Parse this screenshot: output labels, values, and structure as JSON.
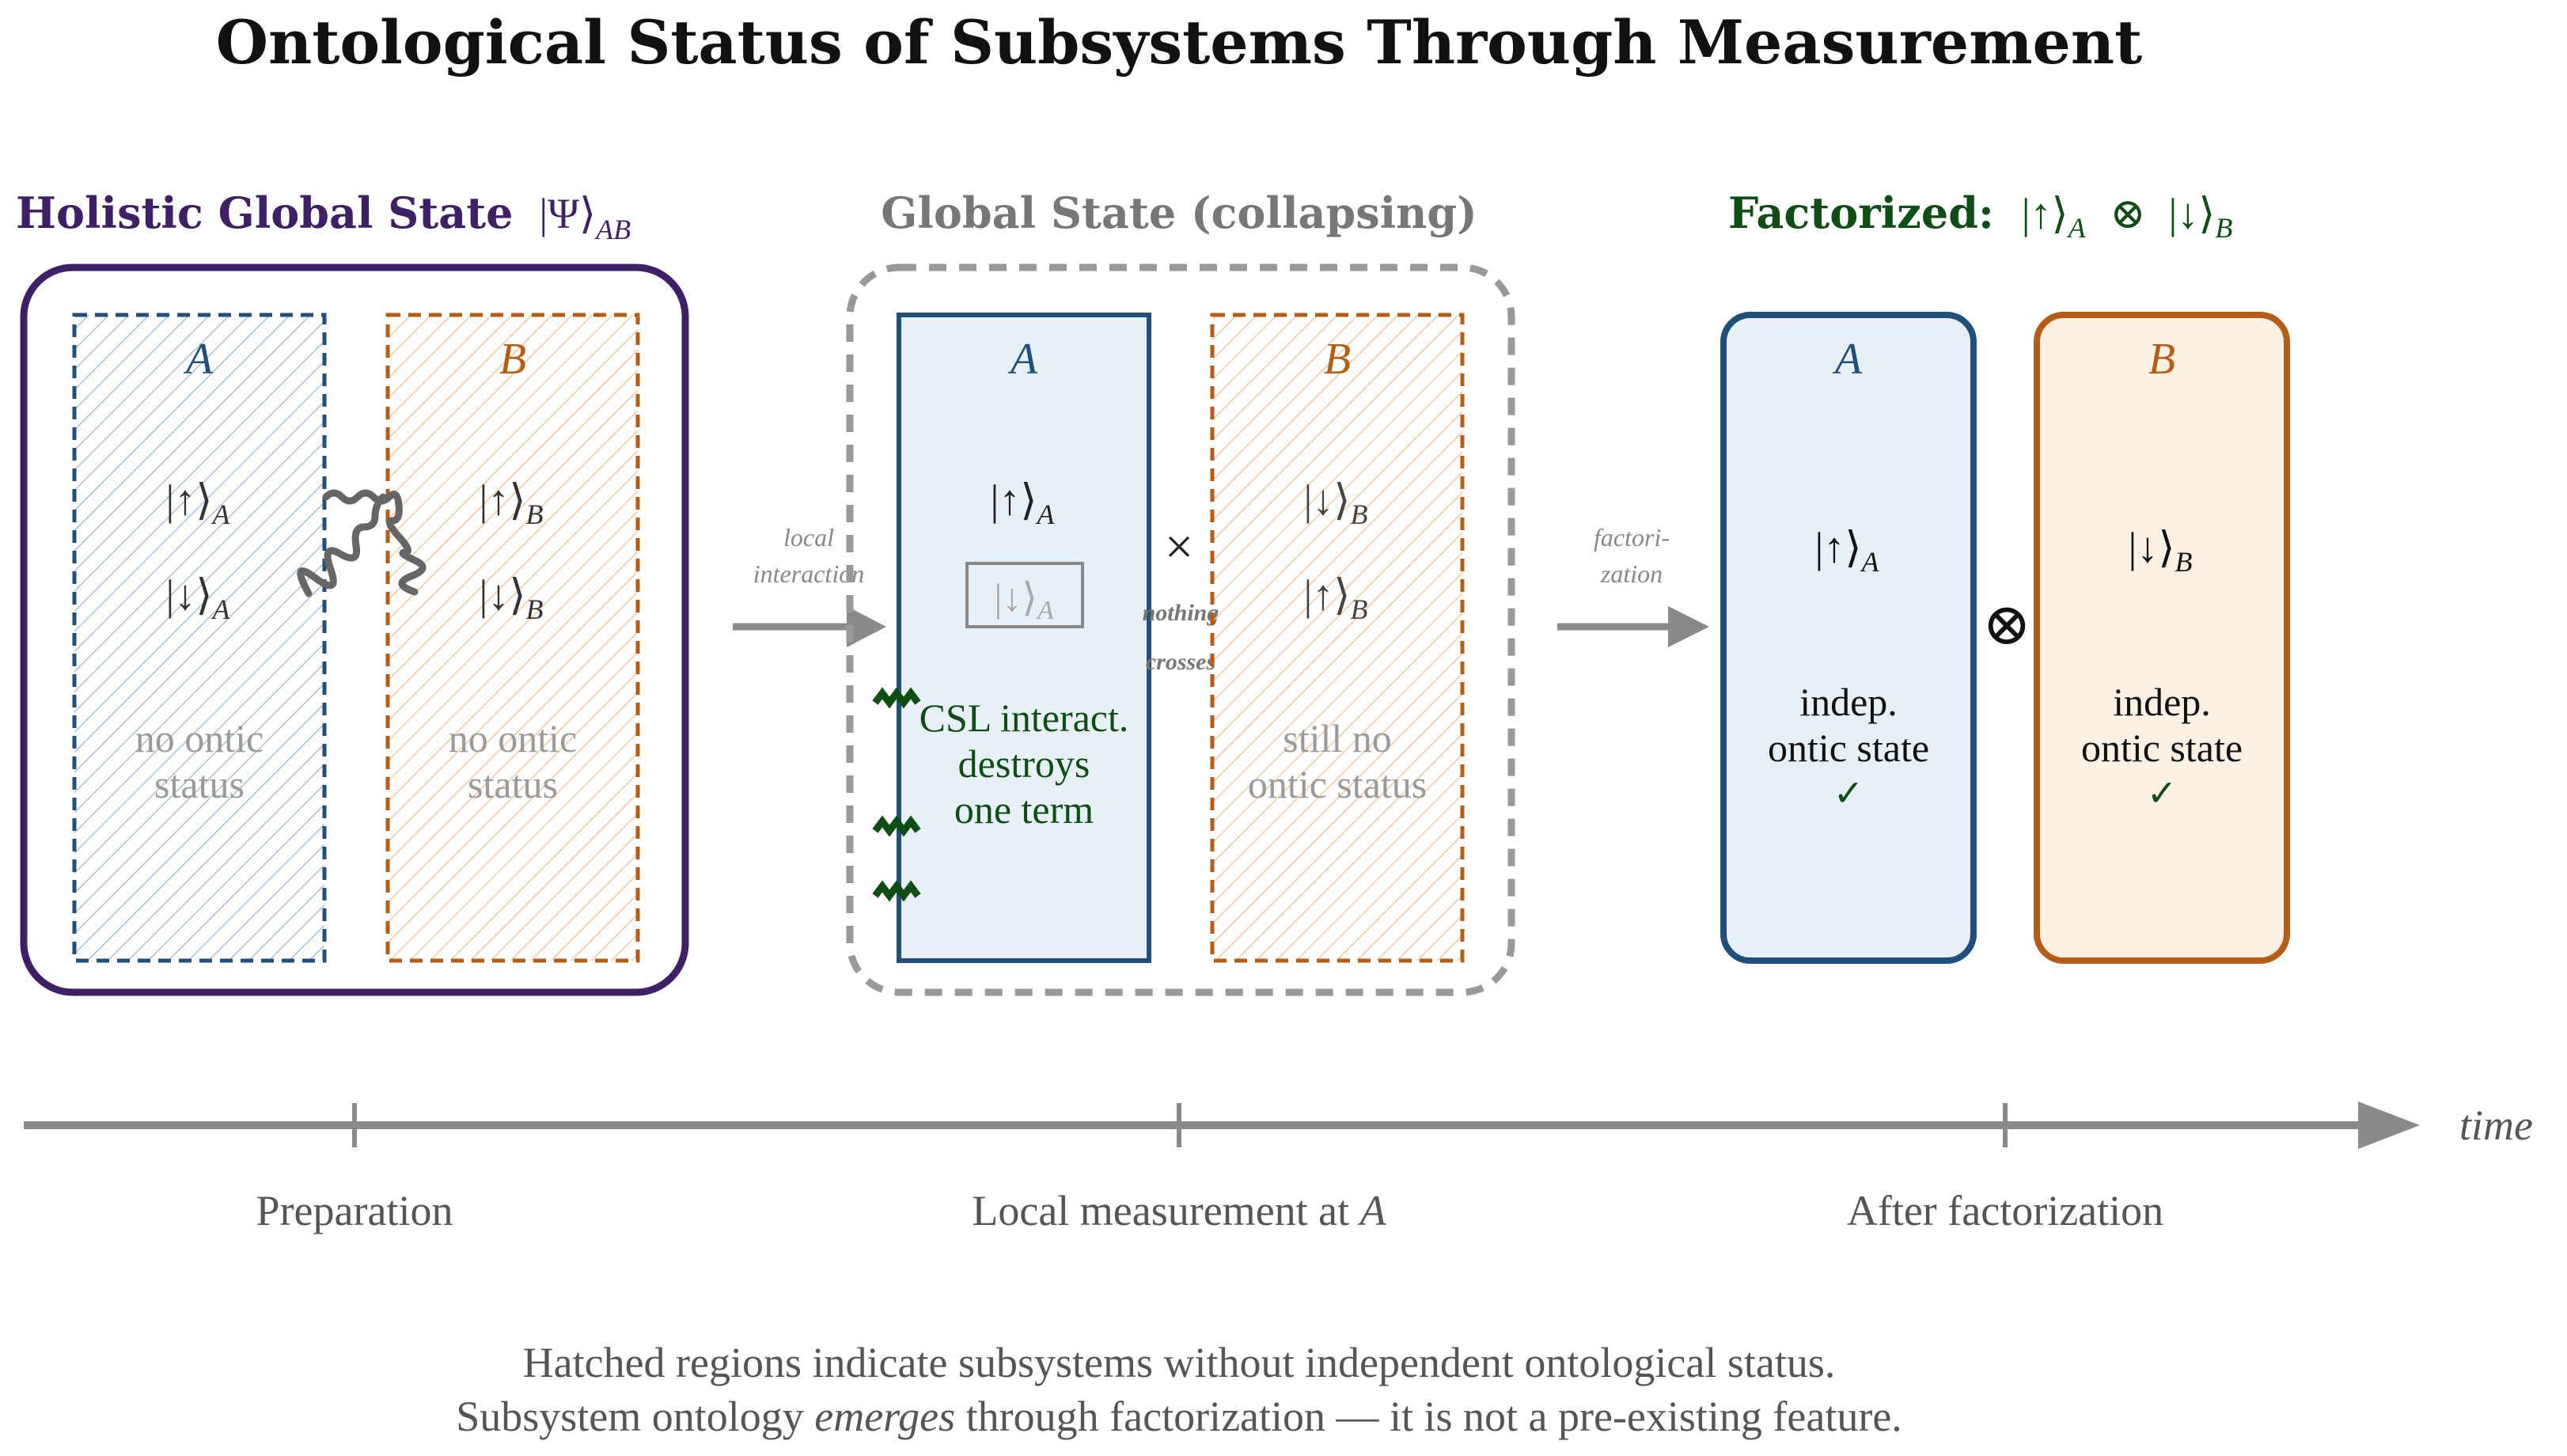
{
  "title": "Ontological Status of Subsystems Through Measurement",
  "colors": {
    "purple": "#3f1f66",
    "blue": "#1f4f7a",
    "blue_fill": "#e8f0f7",
    "orange": "#b55d17",
    "orange_fill": "#fdf1e3",
    "gray": "#8a8a8a",
    "dark_gray": "#555555",
    "green": "#0e4d14",
    "text": "#111111"
  },
  "panel1": {
    "heading_label": "Holistic Global State",
    "heading_state": "|Ψ⟩",
    "heading_sub": "AB",
    "a_label": "A",
    "b_label": "B",
    "a_up": "|↑⟩",
    "a_up_sub": "A",
    "a_down": "|↓⟩",
    "a_down_sub": "A",
    "b_up": "|↑⟩",
    "b_up_sub": "B",
    "b_down": "|↓⟩",
    "b_down_sub": "B",
    "a_status_1": "no ontic",
    "a_status_2": "status",
    "b_status_1": "no ontic",
    "b_status_2": "status"
  },
  "arrow1": {
    "line1": "local",
    "line2": "interaction"
  },
  "panel2": {
    "heading": "Global State (collapsing)",
    "a_label": "A",
    "b_label": "B",
    "a_up": "|↑⟩",
    "a_up_sub": "A",
    "a_down": "|↓⟩",
    "a_down_sub": "A",
    "csl_1": "CSL interact.",
    "csl_2": "destroys",
    "csl_3": "one term",
    "cross": "×",
    "nothing_1": "nothing",
    "nothing_2": "crosses",
    "b_down": "|↓⟩",
    "b_down_sub": "B",
    "b_up": "|↑⟩",
    "b_up_sub": "B",
    "b_status_1": "still no",
    "b_status_2": "ontic status"
  },
  "arrow2": {
    "line1": "factori-",
    "line2": "zation"
  },
  "panel3": {
    "heading_label": "Factorized:",
    "heading_state_a": "|↑⟩",
    "heading_sub_a": "A",
    "heading_otimes": "⊗",
    "heading_state_b": "|↓⟩",
    "heading_sub_b": "B",
    "a_label": "A",
    "b_label": "B",
    "a_state": "|↑⟩",
    "a_state_sub": "A",
    "b_state": "|↓⟩",
    "b_state_sub": "B",
    "otimes": "⊗",
    "a_text_1": "indep.",
    "a_text_2": "ontic state",
    "b_text_1": "indep.",
    "b_text_2": "ontic state",
    "check": "✓"
  },
  "timeline": {
    "axis_label": "time",
    "tick_1": "Preparation",
    "tick_2_prefix": "Local measurement at",
    "tick_2_var": "A",
    "tick_3": "After factorization"
  },
  "caption": {
    "line1": "Hatched regions indicate subsystems without independent ontological status.",
    "line2_a": "Subsystem ontology",
    "line2_em": "emerges",
    "line2_b": "through factorization — it is not a pre-existing feature."
  }
}
